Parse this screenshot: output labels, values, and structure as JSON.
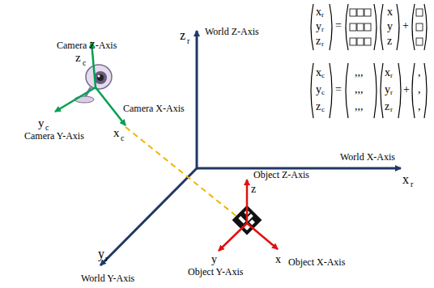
{
  "diagram": {
    "labels": [
      "z",
      "r",
      "World Z-Axis",
      "Camera Z-Axis",
      "z",
      "c",
      "Camera X-Axis",
      "y",
      "c",
      "x",
      "c",
      "Camera Y-Axis",
      "x",
      "r",
      "World X-Axis",
      "z",
      "Object Z-Axis",
      "y",
      "x",
      "Object X-Axis",
      "Object Y-Axis",
      "y",
      "r",
      "World Y-Axis",
      "x",
      "r",
      "y",
      "r",
      "z",
      "r",
      "=",
      "x",
      "y",
      "z",
      "+",
      "x",
      "c",
      "y",
      "c",
      "z",
      "c",
      "=",
      ",,,",
      ",,,",
      ",,,",
      "x",
      "r",
      "y",
      "r",
      "z",
      "r",
      "+",
      ",",
      ",",
      ","
    ]
  }
}
